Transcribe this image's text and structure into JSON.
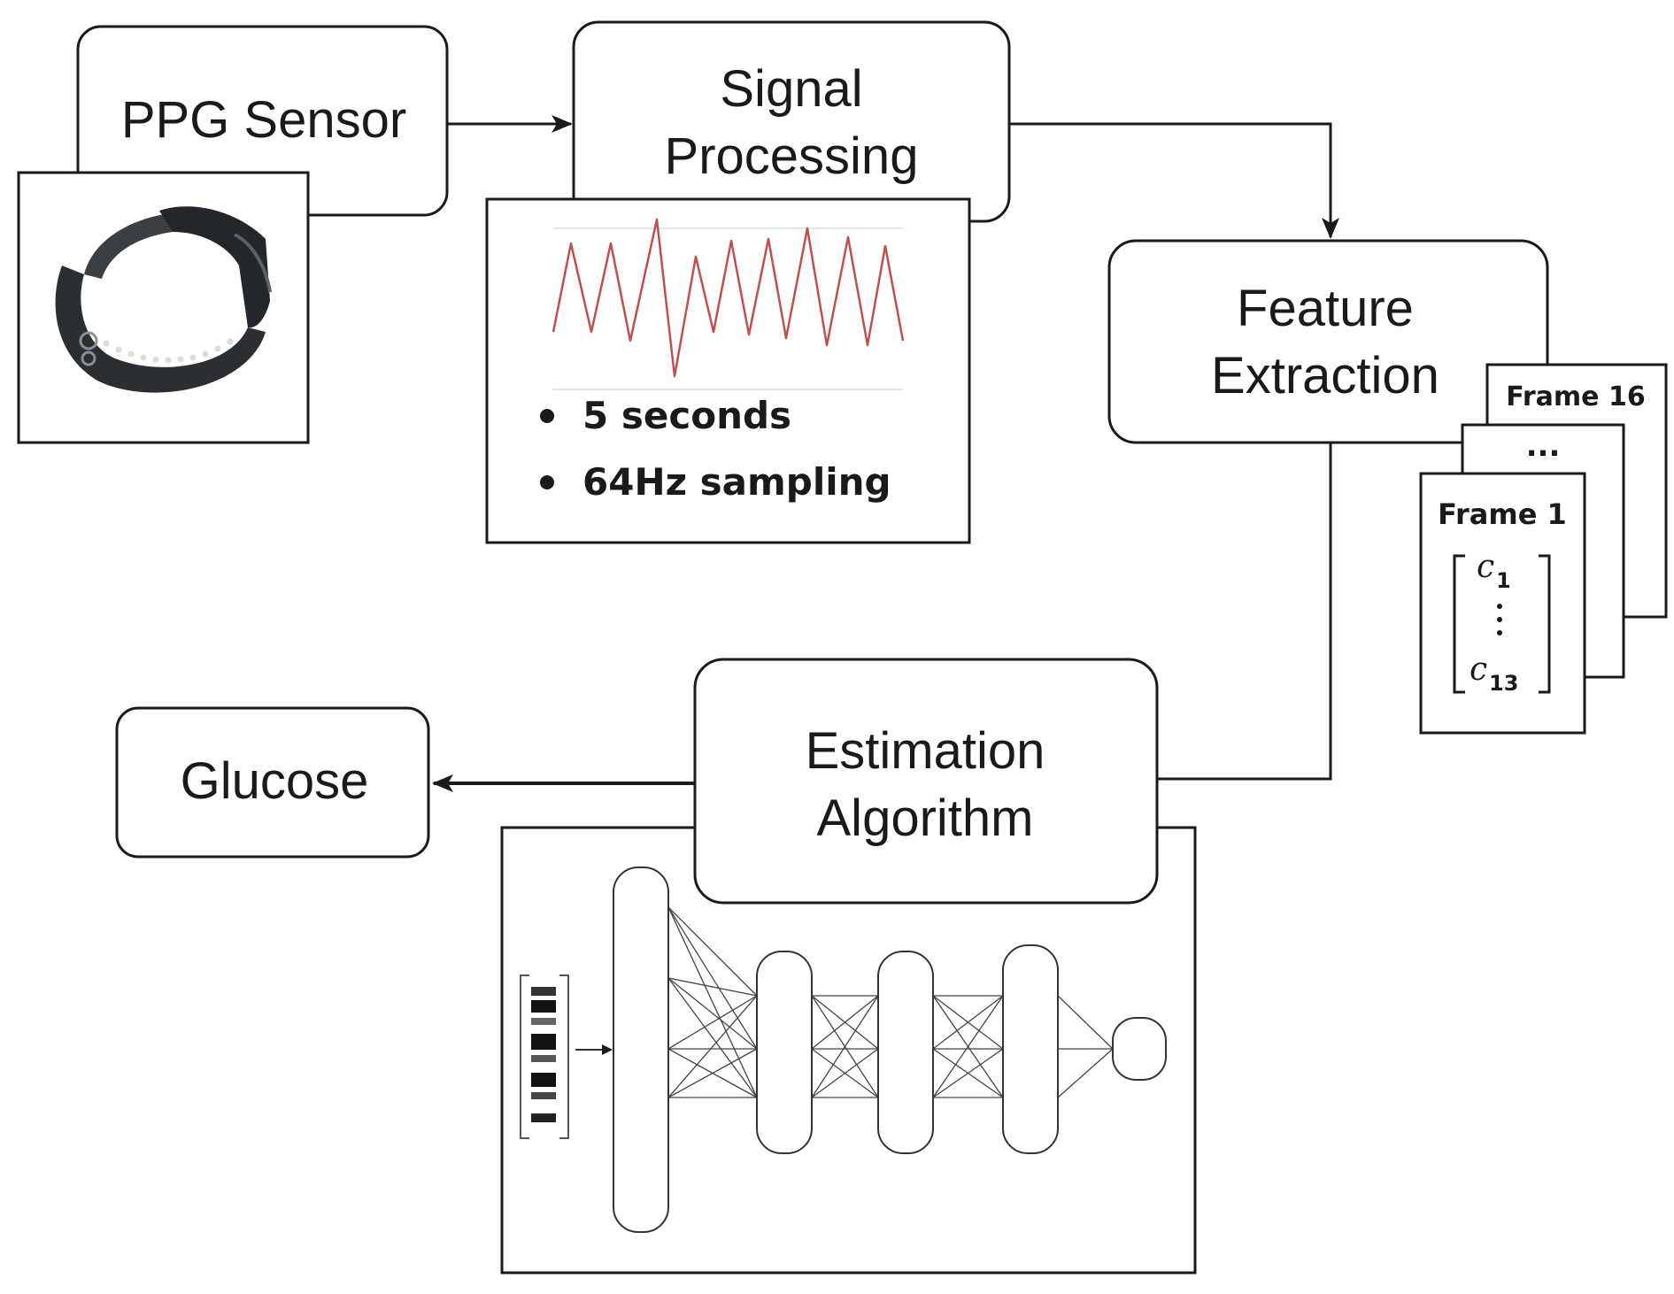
{
  "stages": {
    "ppg_sensor": {
      "label": "PPG Sensor"
    },
    "signal_processing": {
      "line1": "Signal",
      "line2": "Processing"
    },
    "feature_extraction": {
      "line1": "Feature",
      "line2": "Extraction"
    },
    "estimation_algorithm": {
      "line1": "Estimation",
      "line2": "Algorithm"
    },
    "glucose": {
      "label": "Glucose"
    }
  },
  "signal_panel": {
    "bullets": [
      "5 seconds",
      "64Hz sampling"
    ],
    "waveform_color": "#c0504d"
  },
  "frames": {
    "back_label": "Frame 16",
    "middle_label": "...",
    "front_label": "Frame 1",
    "vector_top": "c",
    "vector_top_sub": "1",
    "vector_bottom": "c",
    "vector_bottom_sub": "13"
  },
  "neural_network": {
    "layers": [
      "input-layer",
      "hidden-layer-1",
      "hidden-layer-2",
      "hidden-layer-3",
      "output-node"
    ]
  },
  "colors": {
    "stroke": "#1a1a1a",
    "background": "#ffffff",
    "device": "#2b2f33"
  }
}
